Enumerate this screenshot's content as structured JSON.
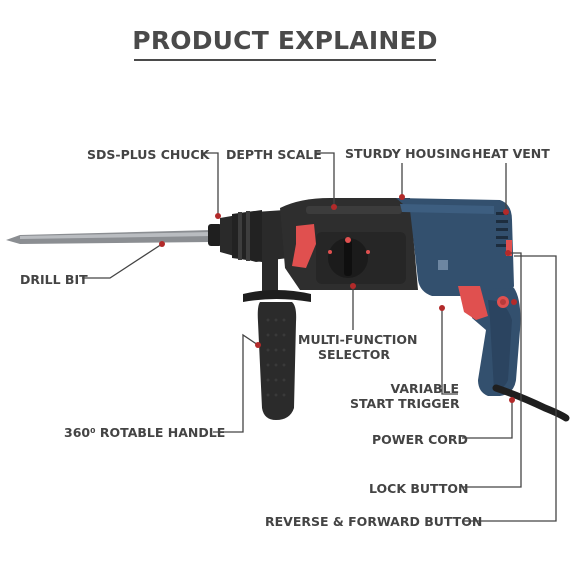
{
  "title": "PRODUCT EXPLAINED",
  "labels": {
    "sds_plus_chuck": "SDS-PLUS CHUCK",
    "depth_scale": "DEPTH SCALE",
    "sturdy_housing": "STURDY HOUSING",
    "heat_vent": "HEAT VENT",
    "drill_bit": "DRILL BIT",
    "multi_function_line1": "MULTI-FUNCTION",
    "multi_function_line2": "SELECTOR",
    "variable_line1": "VARIABLE",
    "variable_line2": "START TRIGGER",
    "rotatable_handle": "360⁰ ROTABLE HANDLE",
    "power_cord": "POWER CORD",
    "lock_button": "LOCK BUTTON",
    "reverse_forward": "REVERSE & FORWARD BUTTON"
  },
  "colors": {
    "body_blue": "#33506e",
    "accent_red": "#e0504f",
    "dark_gray": "#2b2b2b",
    "leader_line": "#444444",
    "marker_red": "#b22a2a"
  },
  "icons": [
    "rotary-hammer-drill-illustration"
  ]
}
